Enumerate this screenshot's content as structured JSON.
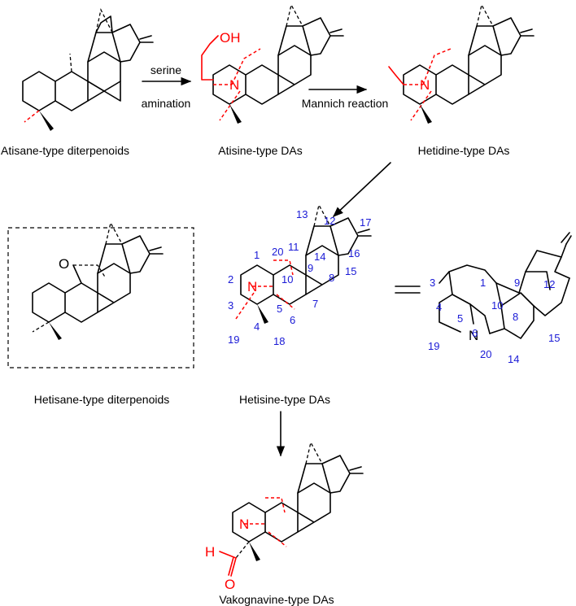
{
  "captions": {
    "atisane": "Atisane-type diterpenoids",
    "atisine": "Atisine-type DAs",
    "hetidine": "Hetidine-type DAs",
    "hetisane": "Hetisane-type diterpenoids",
    "hetisine": "Hetisine-type DAs",
    "vakognavine": "Vakognavine-type DAs"
  },
  "arrows": {
    "step1_top": "serine",
    "step1_bottom": "amination",
    "step2": "Mannich reaction"
  },
  "atoms": {
    "oh": "OH",
    "n": "N",
    "o": "O",
    "h": "H"
  },
  "numbering": {
    "hetisine": [
      "1",
      "2",
      "3",
      "4",
      "5",
      "6",
      "7",
      "8",
      "9",
      "10",
      "11",
      "12",
      "13",
      "14",
      "15",
      "16",
      "17",
      "18",
      "19",
      "20"
    ],
    "cage": [
      "1",
      "3",
      "4",
      "5",
      "6",
      "8",
      "9",
      "10",
      "12",
      "14",
      "15",
      "19",
      "20"
    ]
  },
  "colors": {
    "bond": "#000000",
    "highlight": "#ff0000",
    "locant": "#1a1ad6"
  }
}
